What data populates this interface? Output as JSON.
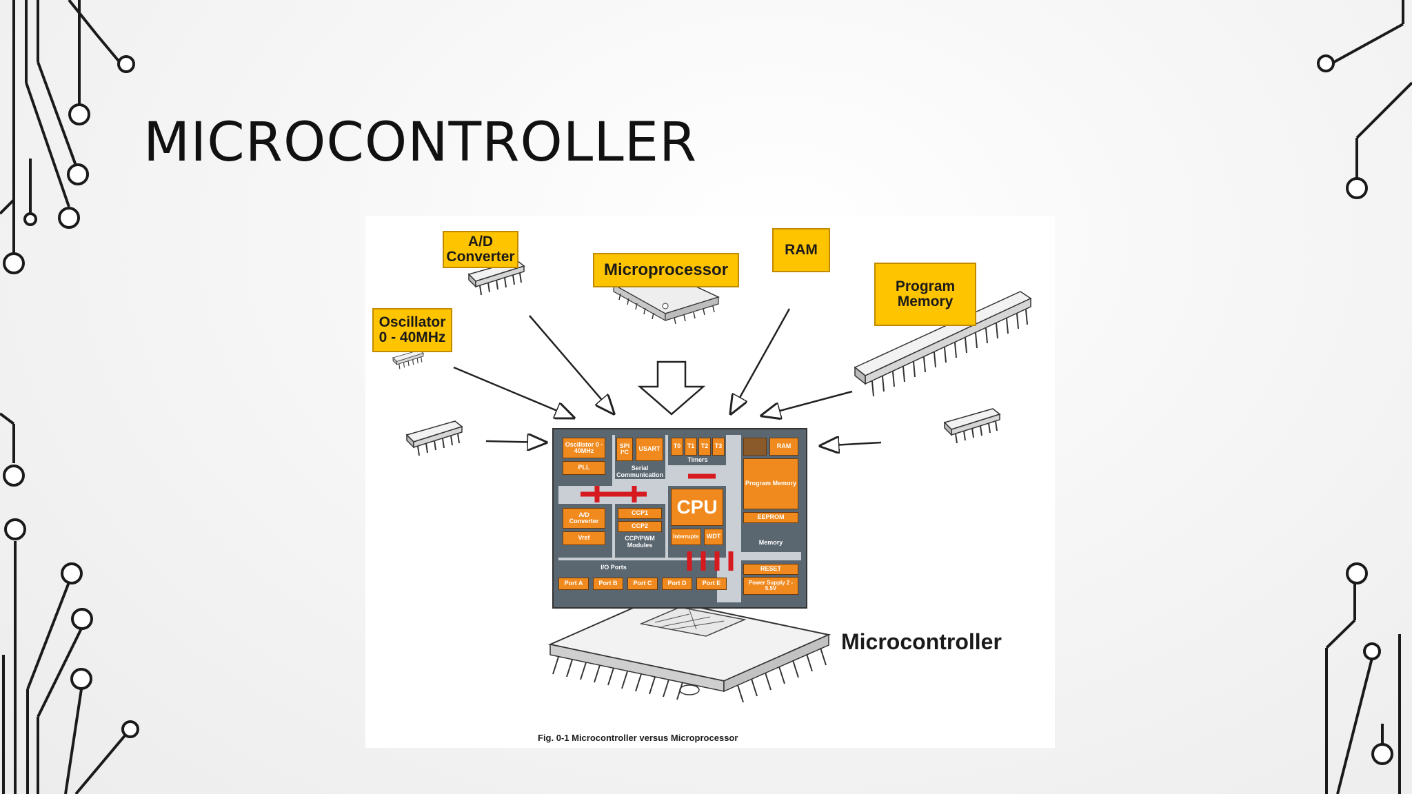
{
  "slide": {
    "title": "MICROCONTROLLER"
  },
  "figure": {
    "labels": {
      "adc": "A/D Converter",
      "microprocessor": "Microprocessor",
      "ram": "RAM",
      "program_memory": "Program Memory",
      "oscillator": "Oscillator 0 - 40MHz"
    },
    "die": {
      "oscillator": "Oscillator 0 - 40MHz",
      "pll": "PLL",
      "spi": "SPI I²C",
      "usart": "USART",
      "serial": "Serial Communication",
      "t0": "T0",
      "t1": "T1",
      "t2": "T2",
      "t3": "T3",
      "timers": "Timers",
      "ram": "RAM",
      "program_memory": "Program Memory",
      "eeprom": "EEPROM",
      "memory": "Memory",
      "adc": "A/D Converter",
      "vref": "Vref",
      "ccp1": "CCP1",
      "ccp2": "CCP2",
      "ccp_pwm": "CCP/PWM Modules",
      "cpu": "CPU",
      "interrupts": "Interrupts",
      "wdt": "WDT",
      "io_ports": "I/O Ports",
      "port_a": "Port A",
      "port_b": "Port B",
      "port_c": "Port C",
      "port_d": "Port D",
      "port_e": "Port E",
      "reset": "RESET",
      "power_supply": "Power Supply 2 - 5.5V"
    },
    "microcontroller_label": "Microcontroller",
    "caption": "Fig. 0-1 Microcontroller versus Microprocessor"
  }
}
